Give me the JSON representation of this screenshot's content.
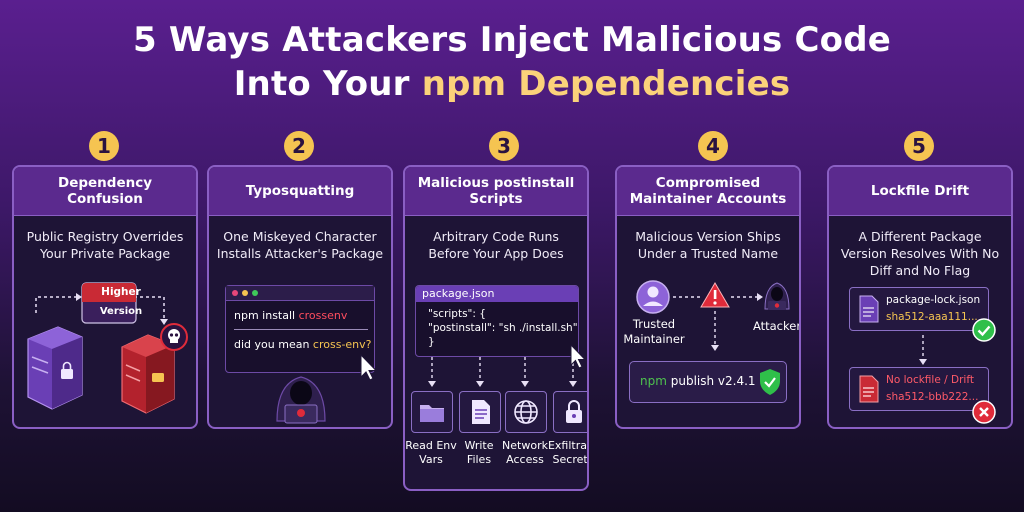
{
  "title": {
    "line1": "5 Ways Attackers Inject Malicious Code",
    "line2_prefix": "Into Your ",
    "line2_highlight": "npm Dependencies"
  },
  "colors": {
    "accent": "#fbd27a",
    "badge": "#f5c451",
    "card_header": "#5b2a8e",
    "card_border": "#8a5fc4",
    "danger": "#e02b3a",
    "success": "#2fbf4a",
    "npm_green": "#4ec24e"
  },
  "cards": [
    {
      "number": "1",
      "title": "Dependency Confusion",
      "description": "Public Registry Overrides Your Private Package",
      "higher": "Higher",
      "version": "Version",
      "icons": [
        "server-lock-icon",
        "server-skull-icon"
      ]
    },
    {
      "number": "2",
      "title": "Typosquatting",
      "description": "One Miskeyed Character Installs Attacker's Package",
      "cmd_prefix": "npm install ",
      "cmd_typo": "crossenv",
      "suggest_prefix": "did you mean ",
      "suggest_value": "cross-env?",
      "icons": [
        "hacker-icon",
        "cursor-icon"
      ]
    },
    {
      "number": "3",
      "title": "Malicious postinstall Scripts",
      "description": "Arbitrary Code Runs Before Your App Does",
      "file_name": "package.json",
      "code": [
        "\"scripts\": {",
        "\"postinstall\": \"sh ./install.sh\"",
        "}"
      ],
      "effects": [
        {
          "label": "Read Env Vars",
          "icon": "folder-icon"
        },
        {
          "label": "Write Files",
          "icon": "file-icon"
        },
        {
          "label": "Network Access",
          "icon": "globe-icon"
        },
        {
          "label": "Exfiltrate Secrets",
          "icon": "lock-icon"
        }
      ]
    },
    {
      "number": "4",
      "title": "Compromised Maintainer Accounts",
      "description": "Malicious Version Ships Under a Trusted Name",
      "trusted_label": "Trusted Maintainer",
      "attacker_label": "Attacker",
      "publish_prefix": "npm",
      "publish_rest": " publish v2.4.1",
      "icons": [
        "user-icon",
        "warning-icon",
        "hacker-icon",
        "shield-check-icon"
      ]
    },
    {
      "number": "5",
      "title": "Lockfile Drift",
      "description": "A Different Package Version Resolves With No Diff and No Flag",
      "file1_name": "package-lock.json",
      "file1_hash": "sha512-aaa111...",
      "file2_name": "No lockfile / Drift",
      "file2_hash": "sha512-bbb222...",
      "icons": [
        "document-icon",
        "check-icon",
        "document-icon",
        "x-icon"
      ]
    }
  ]
}
